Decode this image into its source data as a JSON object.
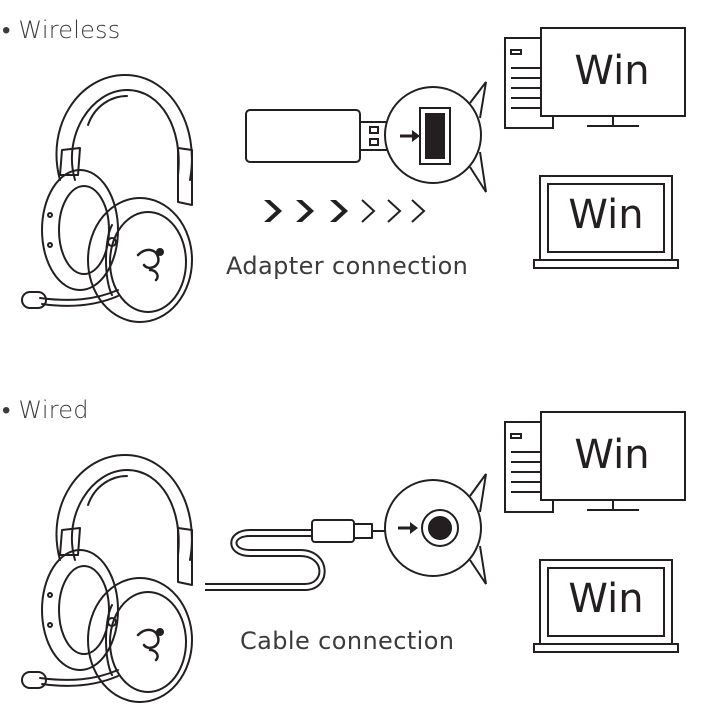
{
  "wireless": {
    "label": "• Wireless",
    "caption": "Adapter connection",
    "desktop_os": "Win",
    "laptop_os": "Win"
  },
  "wired": {
    "label": "• Wired",
    "caption": "Cable connection",
    "desktop_os": "Win",
    "laptop_os": "Win"
  },
  "colors": {
    "line": "#231f20",
    "text": "#3b3b3b",
    "background": "#ffffff"
  }
}
